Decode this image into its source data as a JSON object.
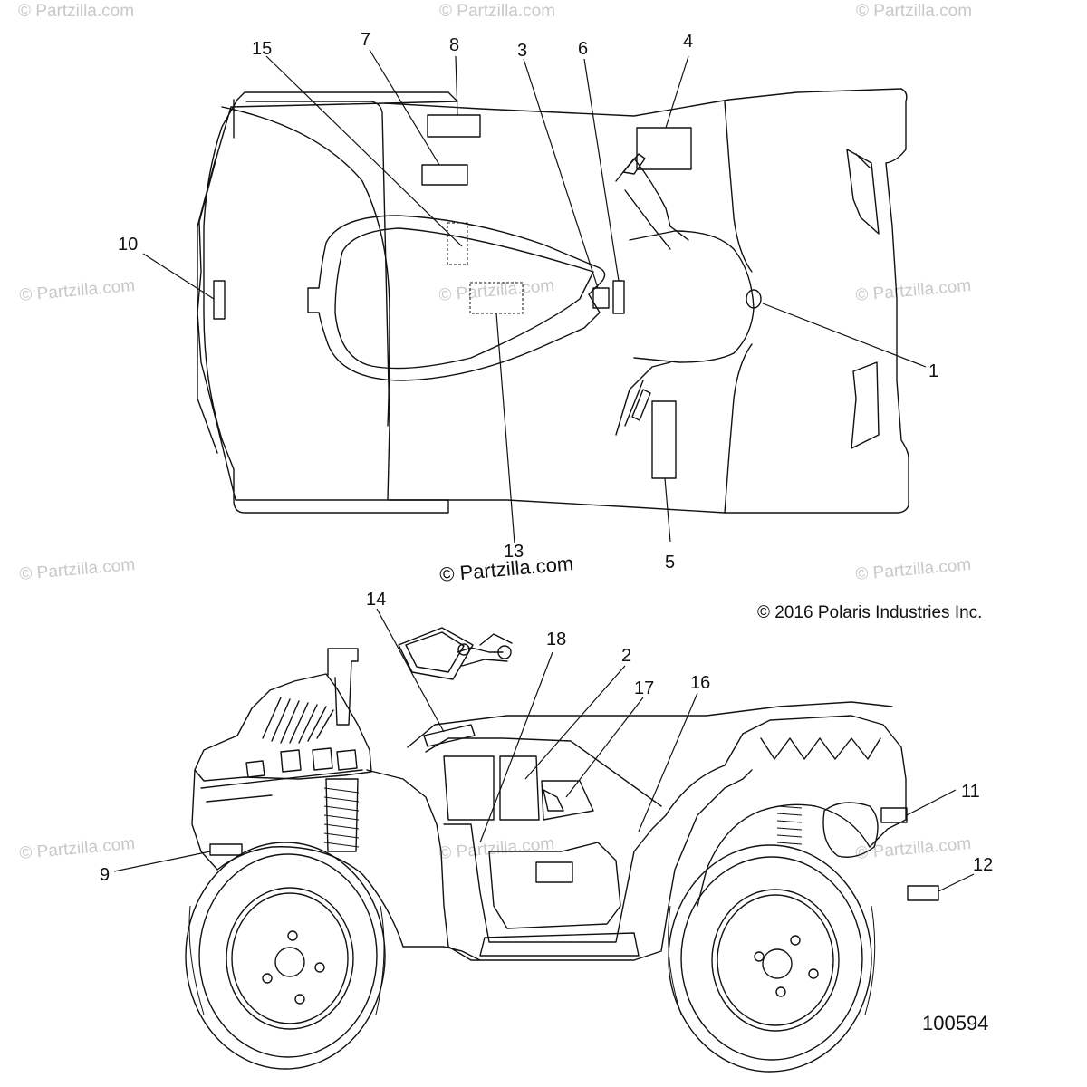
{
  "callouts": {
    "c1": "1",
    "c2": "2",
    "c3": "3",
    "c4": "4",
    "c5": "5",
    "c6": "6",
    "c7": "7",
    "c8": "8",
    "c9": "9",
    "c10": "10",
    "c11": "11",
    "c12": "12",
    "c13": "13",
    "c14": "14",
    "c15": "15",
    "c16": "16",
    "c17": "17",
    "c18": "18"
  },
  "copyright": "© 2016 Polaris Industries Inc.",
  "reference_number": "100594",
  "watermark": "© Partzilla.com",
  "watermark_faint": "© Partzilla.com"
}
